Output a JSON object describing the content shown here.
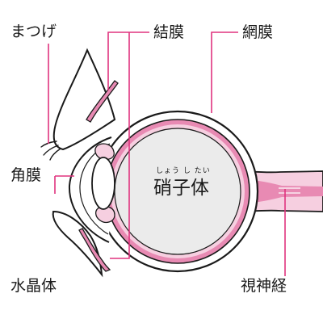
{
  "labels": {
    "eyelash": "まつげ",
    "conjunctiva": "結膜",
    "retina": "網膜",
    "cornea": "角膜",
    "vitreous": "硝子体",
    "vitreous_reading": "しょう し たい",
    "lens": "水晶体",
    "optic_nerve": "視神経"
  },
  "colors": {
    "leader_line": "#e0337e",
    "membrane_pink": "#e88ab3",
    "membrane_light": "#f6cfe0",
    "eyeball_fill": "#ebebeb",
    "outline": "#1a1a1a",
    "white": "#ffffff"
  }
}
